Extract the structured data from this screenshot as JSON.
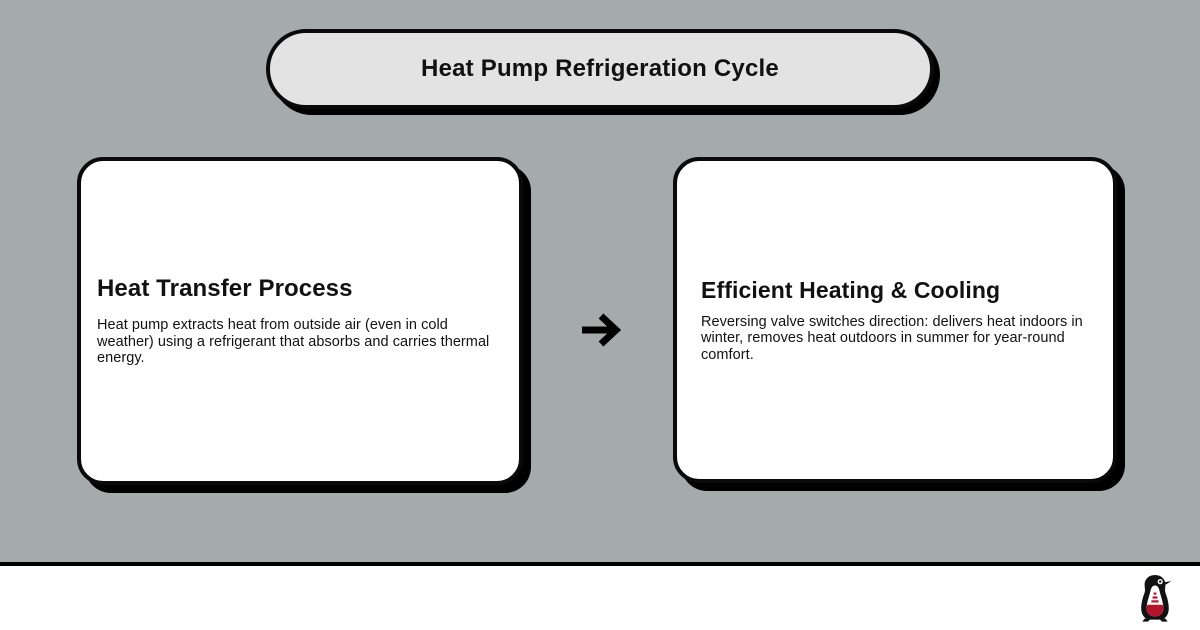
{
  "slide": {
    "title": "Heat Pump Refrigeration Cycle",
    "background_color": "#a5abaa",
    "title_pill_color": "#e3e3e3",
    "card_color": "#ffffff",
    "outline_color": "#0a0a0a",
    "footer_color": "#ffffff"
  },
  "cards": [
    {
      "heading": "Heat Transfer Process",
      "body": "Heat pump extracts heat from outside air (even in cold weather) using a refrigerant that absorbs and carries thermal energy."
    },
    {
      "heading": "Efficient Heating & Cooling",
      "body": "Reversing valve switches direction: delivers heat indoors in winter, removes heat outdoors in summer for year-round comfort."
    }
  ],
  "connector": {
    "icon": "arrow-right-icon",
    "glyph": "→",
    "color": "#000000"
  },
  "footer": {
    "logo": {
      "icon": "penguin-logo-icon",
      "body_color": "#b0152b",
      "outline_color": "#121212",
      "belly_color": "#ffffff"
    }
  }
}
